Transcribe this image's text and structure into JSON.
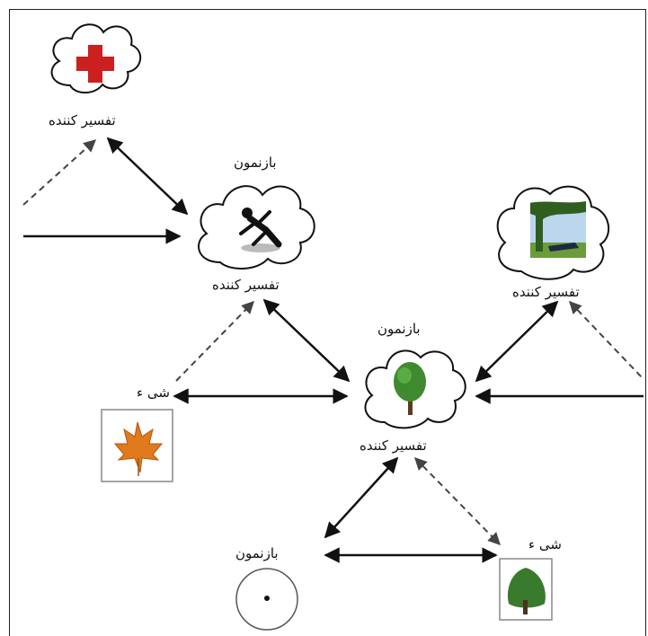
{
  "labels": {
    "interpretant_top": "تفسیر کننده",
    "representamen_fall": "بازنمون",
    "interpretant_fall": "تفسیر کننده",
    "interpretant_right": "تفسیر کننده",
    "representamen_tree": "بازنمون",
    "object_leaf": "شی ء",
    "interpretant_tree": "تفسیر کننده",
    "representamen_dot": "بازنمون",
    "object_tree": "شی ء"
  },
  "icons": [
    "red-cross-icon",
    "falling-person-icon",
    "sleeping-under-tree-icon",
    "tree-icon",
    "maple-leaf-icon",
    "dot-circle-icon",
    "tree-photo-icon"
  ],
  "colors": {
    "line": "#111111",
    "dashed": "#444444",
    "cross": "#cc1f1f",
    "leaf": "#e07a1a",
    "tree": "#3f8a2e",
    "sky": "#bcd6ee",
    "grass": "#6b9b3a"
  }
}
